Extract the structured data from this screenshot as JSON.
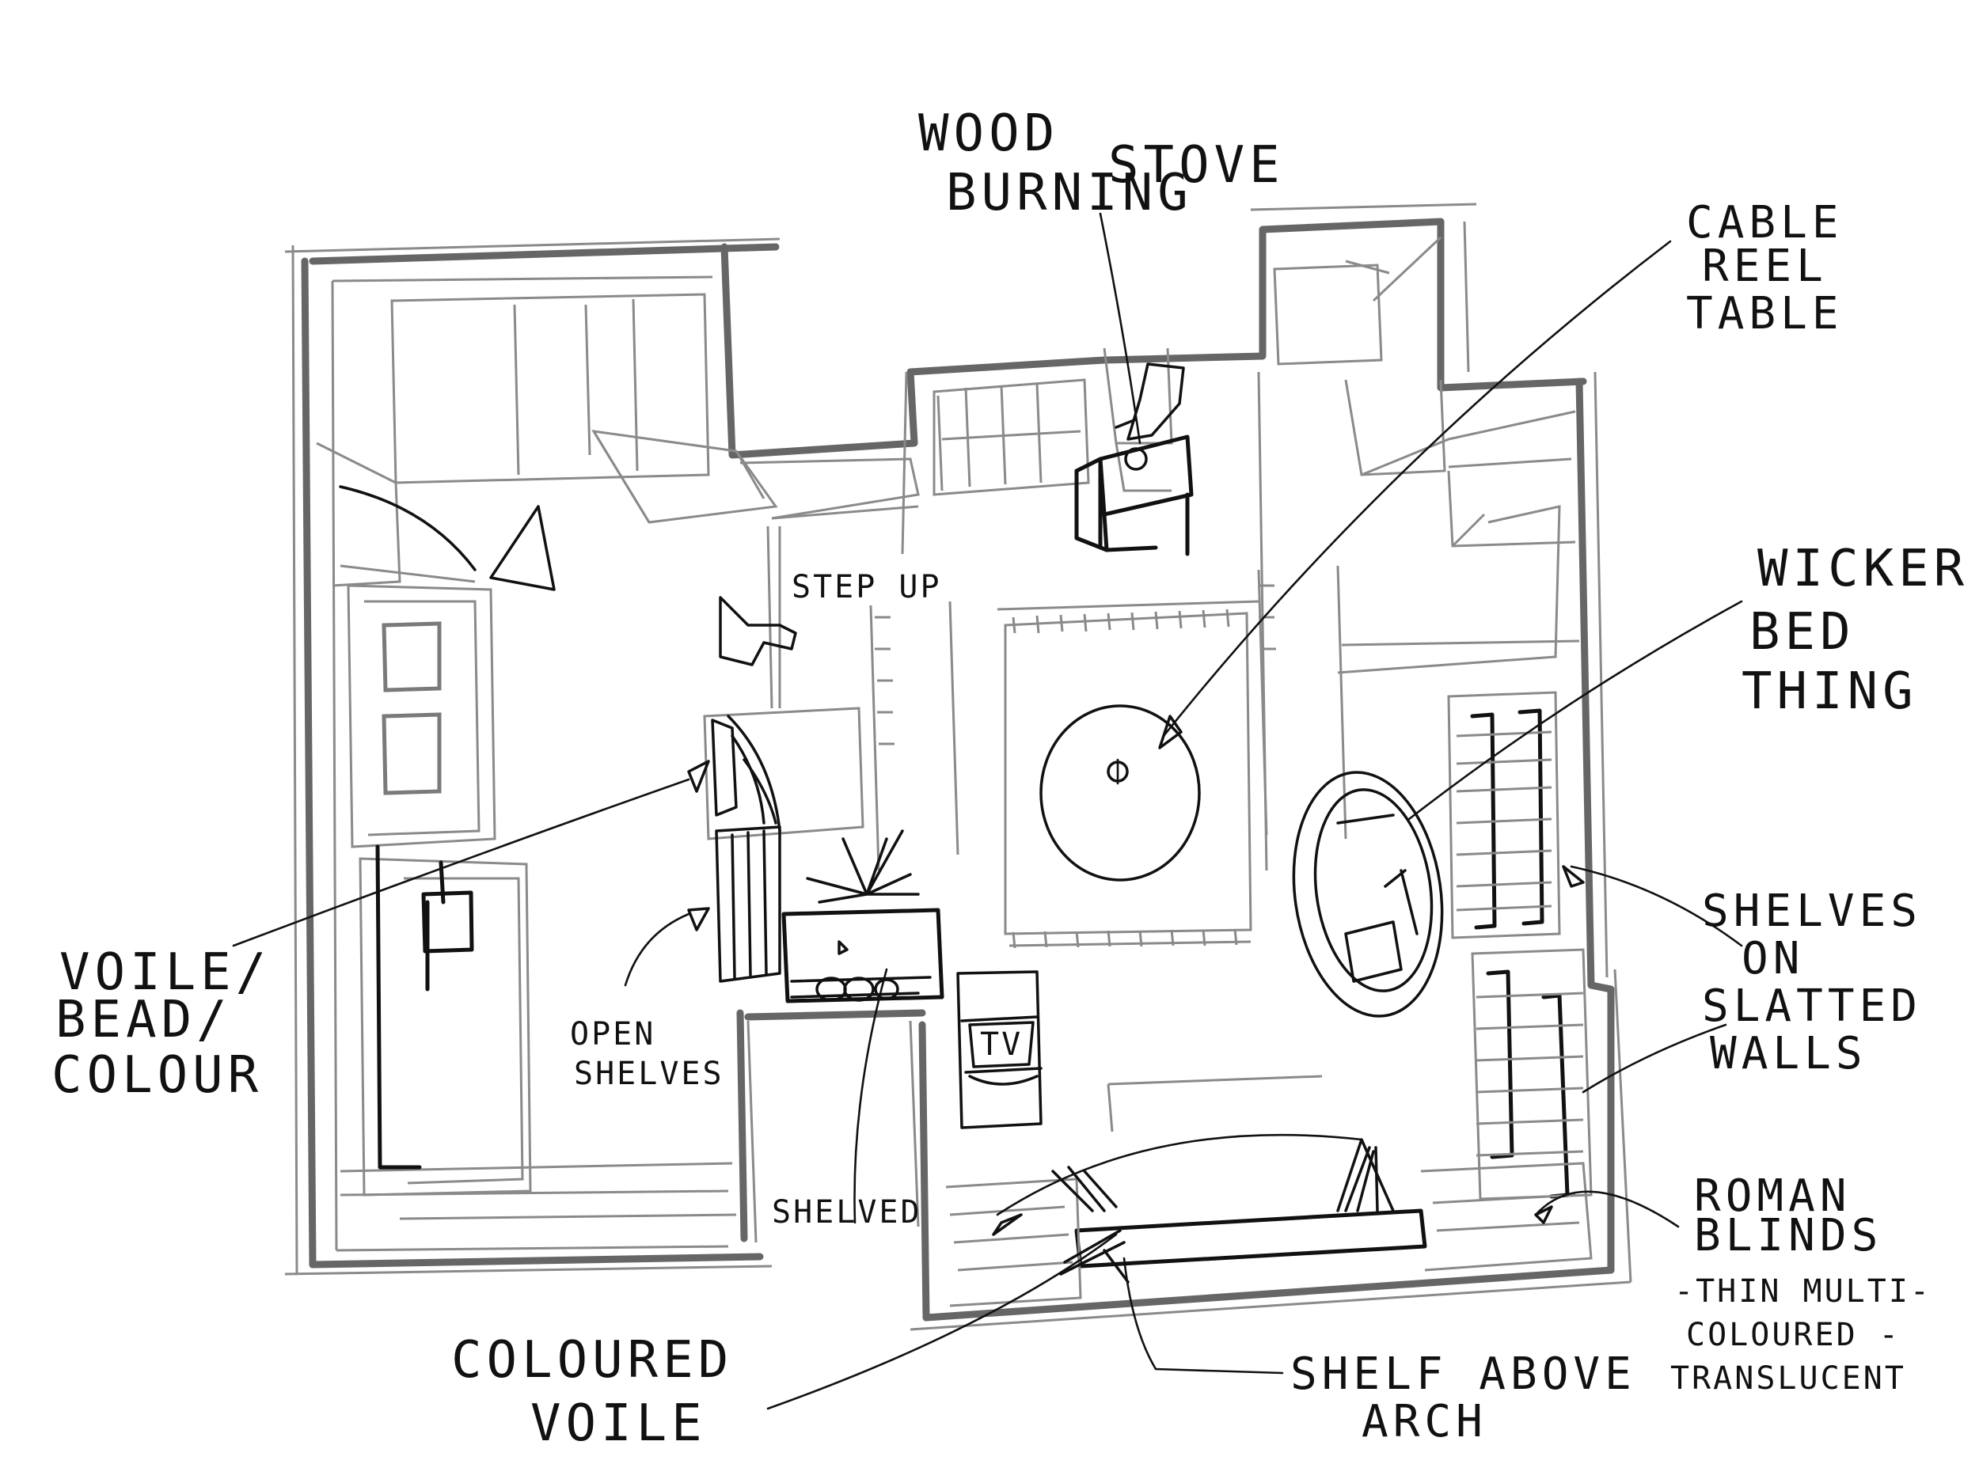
{
  "labels": {
    "wood_burning_stove": [
      "WOOD",
      "BURNING",
      "STOVE"
    ],
    "cable_reel_table": [
      "CABLE",
      "REEL",
      "TABLE"
    ],
    "wicker_bed_thing": [
      "WICKER",
      "BED",
      "THING"
    ],
    "step_up": "STEP UP",
    "voile_bead_colour": [
      "VOILE/",
      "BEAD/",
      "COLOUR"
    ],
    "open_shelves": [
      "OPEN",
      "SHELVES"
    ],
    "shelves_on_slatted_walls": [
      "SHELVES",
      "ON",
      "SLATTED",
      "WALLS"
    ],
    "shelved": "SHELVED",
    "roman_blinds": [
      "ROMAN",
      "BLINDS",
      "-THIN MULTI-",
      "COLOURED -",
      "TRANSLUCENT"
    ],
    "coloured_voile": [
      "COLOURED",
      "VOILE"
    ],
    "shelf_above_arch": [
      "SHELF ABOVE",
      "ARCH"
    ],
    "tv": "TV"
  }
}
